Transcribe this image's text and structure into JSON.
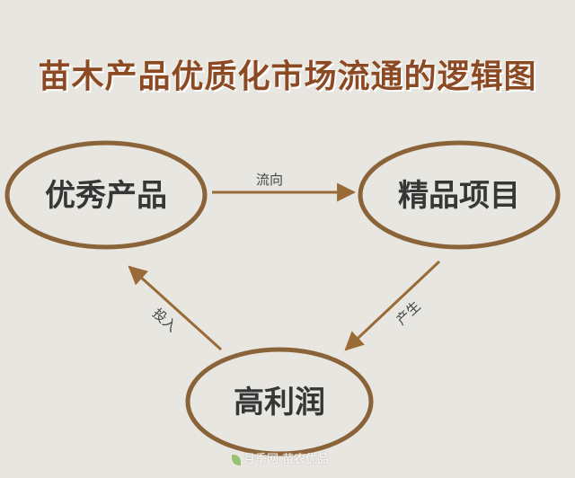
{
  "title": "苗木产品优质化市场流通的逻辑图",
  "nodes": {
    "top_left": "优秀产品",
    "top_right": "精品项目",
    "bottom": "高利润"
  },
  "edges": {
    "flow": "流向",
    "produce": "产生",
    "invest": "投入"
  },
  "watermark": "月季网 苗农优品",
  "colors": {
    "title": "#8b4a23",
    "ellipse_stroke": "#8b6339",
    "arrow": "#9a6a37",
    "background": "#e7e6e1"
  }
}
